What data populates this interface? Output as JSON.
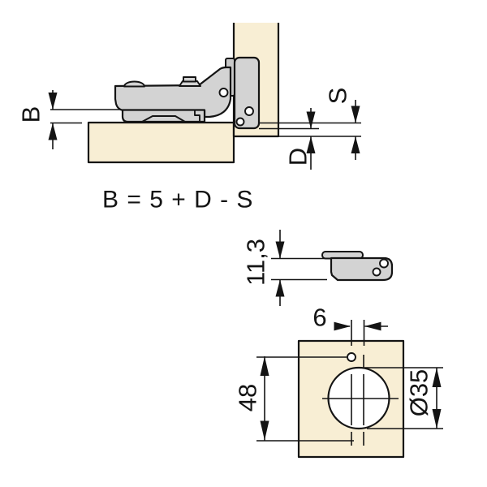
{
  "formula": {
    "text": "B = 5 + D - S"
  },
  "side_view": {
    "gap_label": "B",
    "overlay_label": "S",
    "plate_distance_label": "D"
  },
  "cup_view": {
    "cup_depth_label": "11,3"
  },
  "drill_pattern": {
    "center_offset_label": "6",
    "hole_spacing_label": "48",
    "cup_diameter_label": "Ø35"
  },
  "colors": {
    "wood": "#f8eed4",
    "metal": "#d3d3d3",
    "metal_shade": "#c9c9c9",
    "outline": "#141414",
    "background": "#ffffff"
  }
}
